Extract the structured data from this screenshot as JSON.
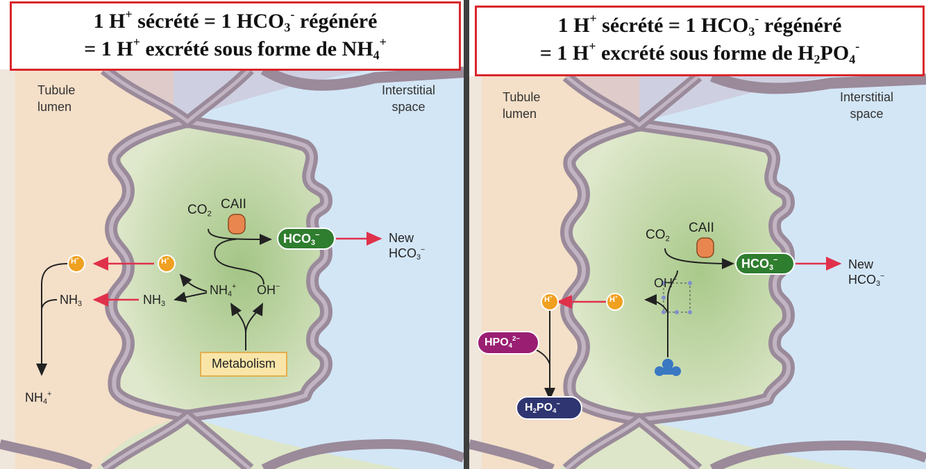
{
  "colors": {
    "lumen": "#f4dfc8",
    "cell_edge": "#dde6c8",
    "cell_center": "#a9c98a",
    "interstitial": "#d3e6f6",
    "membrane": "#9a8a9a",
    "membrane_inner": "#c2b4c2",
    "title_border": "#d9262b",
    "arrow_red": "#e0314b",
    "h_ion": "#f0a020",
    "hco3_oval": "#2f7d2f",
    "hpo4_oval": "#9a1e72",
    "h2po4_oval": "#2e3570",
    "metabolism_box": "#f9e5a8",
    "caii": "#e98650",
    "glutamine_blob": "#3a78c2"
  },
  "left": {
    "title_line1_a": "1 H",
    "title_line1_b": "+",
    "title_line1_c": " sécrété =  1 HCO",
    "title_line1_d": "3",
    "title_line1_e": "-",
    "title_line1_f": " régénéré",
    "title_line2_a": "= 1 H",
    "title_line2_b": "+",
    "title_line2_c": " excrété sous forme de NH",
    "title_line2_d": "4",
    "title_line2_e": "+",
    "tubule_lumen_1": "Tubule",
    "tubule_lumen_2": "lumen",
    "interstitial_1": "Interstitial",
    "interstitial_2": "space",
    "co2": "CO",
    "co2_sub": "2",
    "caii": "CAII",
    "hco3": "HCO",
    "hco3_sub": "3",
    "hco3_sup": "−",
    "new_1": "New",
    "new_2": "HCO",
    "new_2_sub": "3",
    "new_2_sup": "−",
    "h_ion": "H",
    "h_ion_sup": "+",
    "nh3": "NH",
    "nh3_sub": "3",
    "nh4": "NH",
    "nh4_sub": "4",
    "nh4_sup": "+",
    "oh": "OH",
    "oh_sup": "−",
    "metabolism": "Metabolism"
  },
  "right": {
    "title_line1_a": "1 H",
    "title_line1_b": "+",
    "title_line1_c": " sécrété =  1 HCO",
    "title_line1_d": "3",
    "title_line1_e": "-",
    "title_line1_f": " régénéré",
    "title_line2_a": "= 1 H",
    "title_line2_b": "+",
    "title_line2_c": " excrété sous forme de H",
    "title_line2_d": "2",
    "title_line2_e": "PO",
    "title_line2_f": "4",
    "title_line2_g": "-",
    "tubule_lumen_1": "Tubule",
    "tubule_lumen_2": "lumen",
    "interstitial_1": "Interstitial",
    "interstitial_2": "space",
    "co2": "CO",
    "co2_sub": "2",
    "caii": "CAII",
    "hco3": "HCO",
    "hco3_sub": "3",
    "hco3_sup": "−",
    "new_1": "New",
    "new_2": "HCO",
    "new_2_sub": "3",
    "new_2_sup": "−",
    "oh": "OH",
    "oh_sup": "−",
    "h_ion": "H",
    "h_ion_sup": "+",
    "hpo4": "HPO",
    "hpo4_sub": "4",
    "hpo4_sup": "2−",
    "h2po4_a": "H",
    "h2po4_b": "2",
    "h2po4_c": "PO",
    "h2po4_d": "4",
    "h2po4_e": "−"
  }
}
